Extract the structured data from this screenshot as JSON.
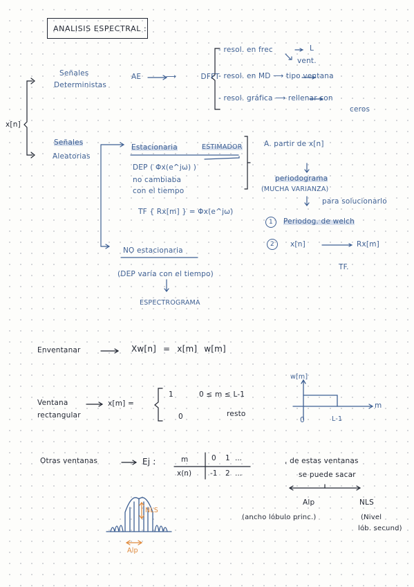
{
  "title": "ANALISIS ESPECTRAL :",
  "xn": "x[n]",
  "det": {
    "label1": "Señales",
    "label2": "Deterministas",
    "ae_dfft": "AE ⟶ DFFT",
    "res_frec": "- resol. en frec",
    "L": "L",
    "vent": "vent.",
    "res_md": "- resol. en MD ⟶ tipo ventana",
    "res_graf": "- resol. gráfica ⟶ rellenar con",
    "ceros": "ceros"
  },
  "alea": {
    "label1": "Señales",
    "label2": "Aleatorias",
    "estacionaria": "Estacionaria",
    "estimador": "ESTIMADOR",
    "dep": "DEP ( Φx(e^jω) )",
    "no_cambia": "no cambiaba",
    "tiempo": "con el tiempo",
    "tf": "TF { Rx[m] } = Φx(e^jω)",
    "a_partir": "A. partir de x[n]",
    "periodograma": "periodograma",
    "mucha_varianza": "(MUCHA VARIANZA)",
    "para_solucionarlo": "para solucionarlo",
    "m1_num": "1",
    "m1": "Periodog. de welch",
    "m2_num": "2",
    "m2_x": "x[n]",
    "m2_r": "Rx[m]",
    "m2_tf": "TF.",
    "no_est": "NO estacionaria",
    "dep_varia": "(DEP varía con el tiempo)",
    "espectrograma": "ESPECTROGRAMA"
  },
  "enventanar": {
    "label": "Enventanar",
    "formula": "Xw[n] = x[m] w[m]"
  },
  "rect": {
    "label1": "Ventana",
    "label2": "rectangular",
    "lhs": "x[m] =",
    "case1_val": "1",
    "case1_cond": "0 ≤ m ≤ L-1",
    "case2_val": "0",
    "case2_cond": "resto",
    "plot_ylabel": "w[m]",
    "plot_xlabel": "m",
    "plot_tick0": "0",
    "plot_tickL": "L-1"
  },
  "otras": {
    "label": "Otras ventanas",
    "ej": "Ej :",
    "table_head": [
      "m",
      "0",
      "1",
      "..."
    ],
    "table_row": [
      "x(n)",
      "-1",
      "2",
      "..."
    ],
    "de_estas": ", de estas ventanas",
    "se_puede": "se puede sacar",
    "alp": "Alp",
    "nls": "NLS",
    "alp_desc": "(ancho lóbulo princ.)",
    "nls_desc1": "(Nivel",
    "nls_desc2": "lób. secund)",
    "sketch_nls": "NLS",
    "sketch_alp": "Alp"
  }
}
